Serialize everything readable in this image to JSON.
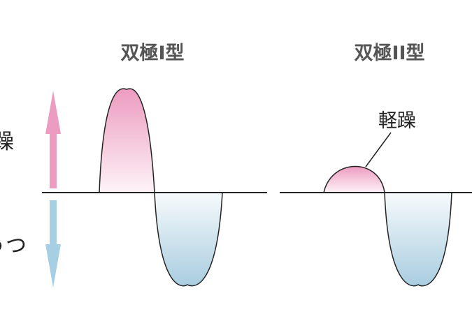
{
  "side_labels": {
    "mania": "躁",
    "depression": "うつ"
  },
  "panels": [
    {
      "title": "双極I型"
    },
    {
      "title": "双極II型",
      "callout": "軽躁"
    }
  ],
  "colors": {
    "mania": "#ec9cc0",
    "depression": "#a7cfe3",
    "line": "#222222",
    "title": "#555555"
  }
}
